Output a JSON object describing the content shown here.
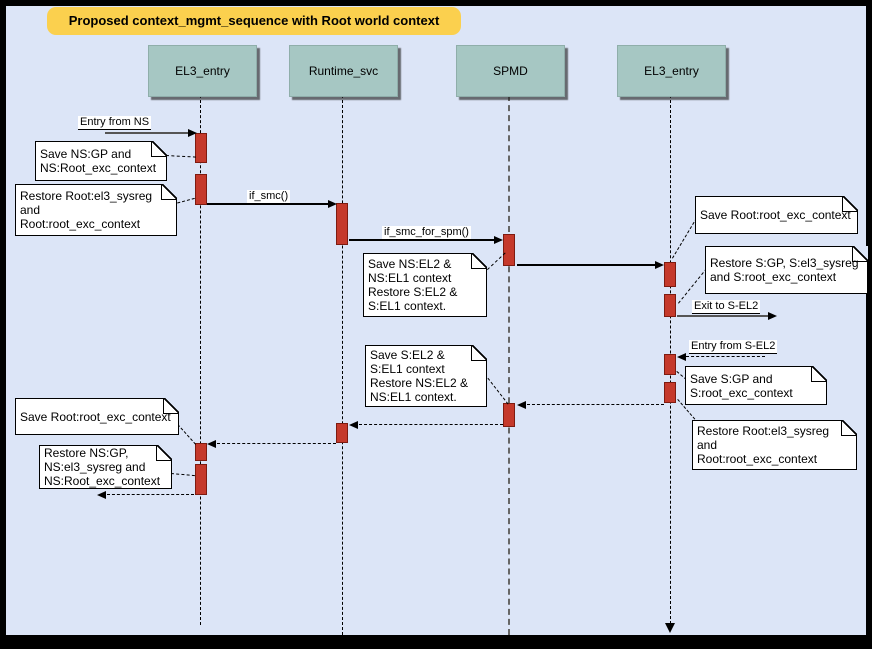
{
  "title": "Proposed context_mgmt_sequence with Root world context",
  "colors": {
    "canvas_background": "#DCE5F7",
    "frame_border": "#000000",
    "title_background": "#FBD04E",
    "lifeline_header_background": "#A6C7C3",
    "activation_fill": "#C5392B",
    "activation_border": "#7E1B10",
    "note_background": "#FFFFFF"
  },
  "lifelines": [
    {
      "label": "EL3_entry"
    },
    {
      "label": "Runtime_svc"
    },
    {
      "label": "SPMD"
    },
    {
      "label": "EL3_entry"
    }
  ],
  "messages": {
    "entry_from_ns": "Entry from NS",
    "if_smc": "if_smc()",
    "if_smc_for_spm": "if_smc_for_spm()",
    "exit_to_sel2": "Exit to S-EL2",
    "entry_from_sel2": "Entry from S-EL2"
  },
  "notes": [
    {
      "id": "save-ns-gp",
      "text": "Save NS:GP and\nNS:Root_exc_context"
    },
    {
      "id": "restore-root-el3",
      "text": "Restore Root:el3_sysreg\nand\nRoot:root_exc_context"
    },
    {
      "id": "save-ns-el2",
      "text": "Save NS:EL2 &\nNS:EL1 context\nRestore S:EL2 &\nS:EL1 context."
    },
    {
      "id": "save-root-exc-top",
      "text": "Save Root:root_exc_context"
    },
    {
      "id": "restore-s-gp",
      "text": "Restore S:GP, S:el3_sysreg\nand S:root_exc_context"
    },
    {
      "id": "save-s-el2",
      "text": "Save S:EL2 &\nS:EL1 context\nRestore NS:EL2 &\nNS:EL1 context."
    },
    {
      "id": "save-s-gp",
      "text": "Save S:GP and\nS:root_exc_context"
    },
    {
      "id": "restore-root-el3-right",
      "text": "Restore Root:el3_sysreg\nand\nRoot:root_exc_context"
    },
    {
      "id": "save-root-exc-bottom",
      "text": "Save Root:root_exc_context"
    },
    {
      "id": "restore-ns-gp",
      "text": "Restore NS:GP,\nNS:el3_sysreg and\nNS:Root_exc_context"
    }
  ]
}
